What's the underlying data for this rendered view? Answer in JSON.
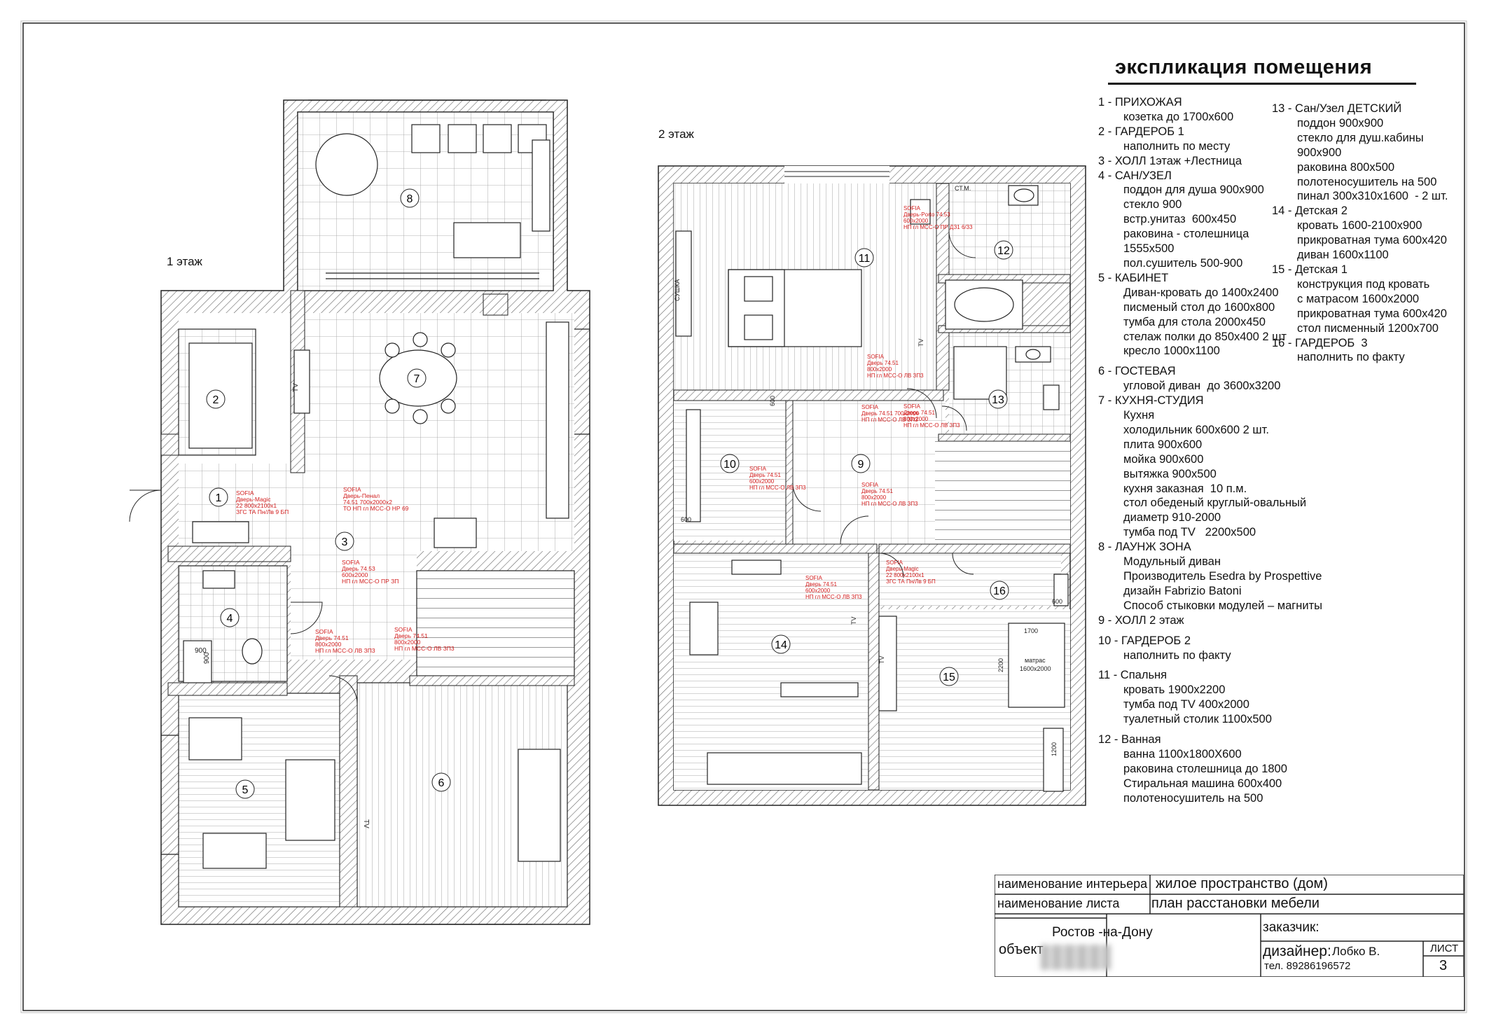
{
  "floors": {
    "floor1_label": "1 этаж",
    "floor2_label": "2 этаж"
  },
  "room_numbers": {
    "f1": [
      "1",
      "2",
      "3",
      "4",
      "5",
      "6",
      "7",
      "8"
    ],
    "f2": [
      "9",
      "10",
      "11",
      "12",
      "13",
      "14",
      "15",
      "16"
    ]
  },
  "door_notes": {
    "d1": [
      "SOFIA",
      "Дверь-Magic",
      "22 800x2100x1",
      "ЗГС ТА Пн/Лв 9 БП"
    ],
    "d2": [
      "SOFIA",
      "Дверь-Пенал",
      "74.51 700x2000x2",
      "ТО НП гл МСС-О НР 69"
    ],
    "d3": [
      "SOFIA",
      "Дверь 74.53",
      "600x2000",
      "НП гл МСС-О ПР ЗП"
    ],
    "d4": [
      "SOFIA",
      "Дверь 74.51",
      "800x2000",
      "НП гл МСС-О ЛВ ЗП3"
    ],
    "d5": [
      "SOFIA",
      "Дверь 74.51",
      "800x2000",
      "НП гл МСС-О ЛВ ЗП3"
    ],
    "d6": [
      "SOFIA",
      "Дверь 74.51",
      "600x2000",
      "НП гл МСС-О ЛВ ЗП3"
    ],
    "d7": [
      "SOFIA",
      "Дверь-Porto 74.53",
      "600x2000",
      "НП гл МСС-О ПР ДЗ1 6/33"
    ],
    "d8": [
      "SOFIA",
      "Дверь 74.51",
      "800x2000",
      "НП гл МСС-О ЛВ ЗП3"
    ],
    "d9": [
      "SOFIA",
      "Дверь 74.51 700x2000",
      "НП гл МСС-О ЛВ ЗП3"
    ],
    "d10": [
      "SOFIA",
      "Дверь 74.51",
      "800x2000",
      "НП гл МСС-О ЛВ ЗП3"
    ],
    "d11": [
      "SOFIA",
      "Дверь 74.51",
      "600x2000",
      "НП гл МСС-О ЛВ ЗП3"
    ],
    "d12": [
      "SOFIA",
      "Дверь-Magic",
      "22 800x2100x1",
      "ЗГС ТА Пн/Лв 9 БП"
    ]
  },
  "plan_labels": {
    "dim_900": "900",
    "dim_900b": "900",
    "dim_600a": "600",
    "dim_600b": "600",
    "dim_600c": "600",
    "dim_1700": "1700",
    "dim_2200": "2200",
    "dim_1200": "1200",
    "mattress": "матрас",
    "mattress_size": "1600x2000",
    "tv": "TV",
    "st_m": "СТ.М.",
    "sushka": "СУШКА"
  },
  "explication": {
    "title": "экспликация помещения",
    "col1": [
      {
        "head": "1 - ПРИХОЖАЯ",
        "sub": [
          "козетка до 1700x600"
        ]
      },
      {
        "head": "2 - ГАРДЕРОБ 1",
        "sub": [
          "наполнить по месту"
        ]
      },
      {
        "head": "3 - ХОЛЛ 1этаж +Лестница",
        "sub": []
      },
      {
        "head": "4 - САН/УЗЕЛ",
        "sub": [
          "поддон для душа 900x900",
          "стекло 900",
          "встр.унитаз  600x450",
          "раковина - столешница",
          "1555x500",
          "пол.сушитель 500-900"
        ]
      },
      {
        "head": "5 - КАБИНЕТ",
        "sub": [
          "Диван-кровать до 1400x2400",
          "писменый стол до 1600x800",
          "тумба для стола 2000x450",
          "стелаж полки до 850x400 2 шт",
          "кресло 1000x1100"
        ]
      },
      {
        "head": "6 - ГОСТЕВАЯ",
        "sub": [
          "угловой диван  до 3600x3200"
        ]
      },
      {
        "head": "7 - КУХНЯ-СТУДИЯ",
        "sub": [
          "Кухня",
          "холодильник 600x600 2 шт.",
          "плита 900x600",
          "мойка 900x600",
          "вытяжка 900x500",
          "кухня заказная  10 п.м.",
          "стол обеденый круглый-овальный",
          "диаметр 910-2000",
          "тумба под TV   2200x500"
        ]
      },
      {
        "head": "8 - ЛАУНЖ ЗОНА",
        "sub": [
          "Модульный диван",
          "Производитель Esedra by Prospettive",
          "дизайн Fabrizio Batoni",
          "Способ стыковки модулей – магниты"
        ]
      },
      {
        "head": "9 - ХОЛЛ 2 этаж",
        "sub": []
      },
      {
        "head": "10 - ГАРДЕРОБ 2",
        "sub": [
          "наполнить по факту"
        ]
      },
      {
        "head": "11 - Спальня",
        "sub": [
          "кровать 1900x2200",
          "тумба под TV 400x2000",
          "туалетный столик 1100x500"
        ]
      },
      {
        "head": "12 - Ванная",
        "sub": [
          "ванна 1100x1800X600",
          "раковина столешница до 1800",
          "Стиральная машина 600x400",
          "полотеносушитель на 500"
        ]
      }
    ],
    "col2": [
      {
        "head": "13 - Сан/Узел ДЕТСКИЙ",
        "sub": [
          "поддон 900x900",
          "стекло для душ.кабины",
          "900x900",
          "раковина 800x500",
          "полотеносушитель на 500",
          "пинал 300x310x1600  - 2 шт."
        ]
      },
      {
        "head": "14 - Детская 2",
        "sub": [
          "кровать 1600-2100x900",
          "прикроватная тума 600x420",
          "диван 1600x1100"
        ]
      },
      {
        "head": "15 - Детская 1",
        "sub": [
          "конструкция под кровать",
          "с матрасом 1600x2000",
          "прикроватная тума 600x420",
          "стол писменный 1200x700"
        ]
      },
      {
        "head": "16 - ГАРДЕРОБ  3",
        "sub": [
          "наполнить по факту"
        ]
      }
    ]
  },
  "stamp": {
    "interior_label": "наименование интерьера",
    "interior_value": "жилое пространство (дом)",
    "sheet_label": "наименование листа",
    "sheet_value": "план расстановки мебели",
    "object_label": "объект",
    "object_value": "Ростов -на-Дону",
    "customer_label": "заказчик:",
    "designer_label": "дизайнер:",
    "designer_name": "Лобко В.",
    "phone": "тел. 89286196572",
    "sheet_no_label": "ЛИСТ",
    "sheet_no": "3"
  }
}
